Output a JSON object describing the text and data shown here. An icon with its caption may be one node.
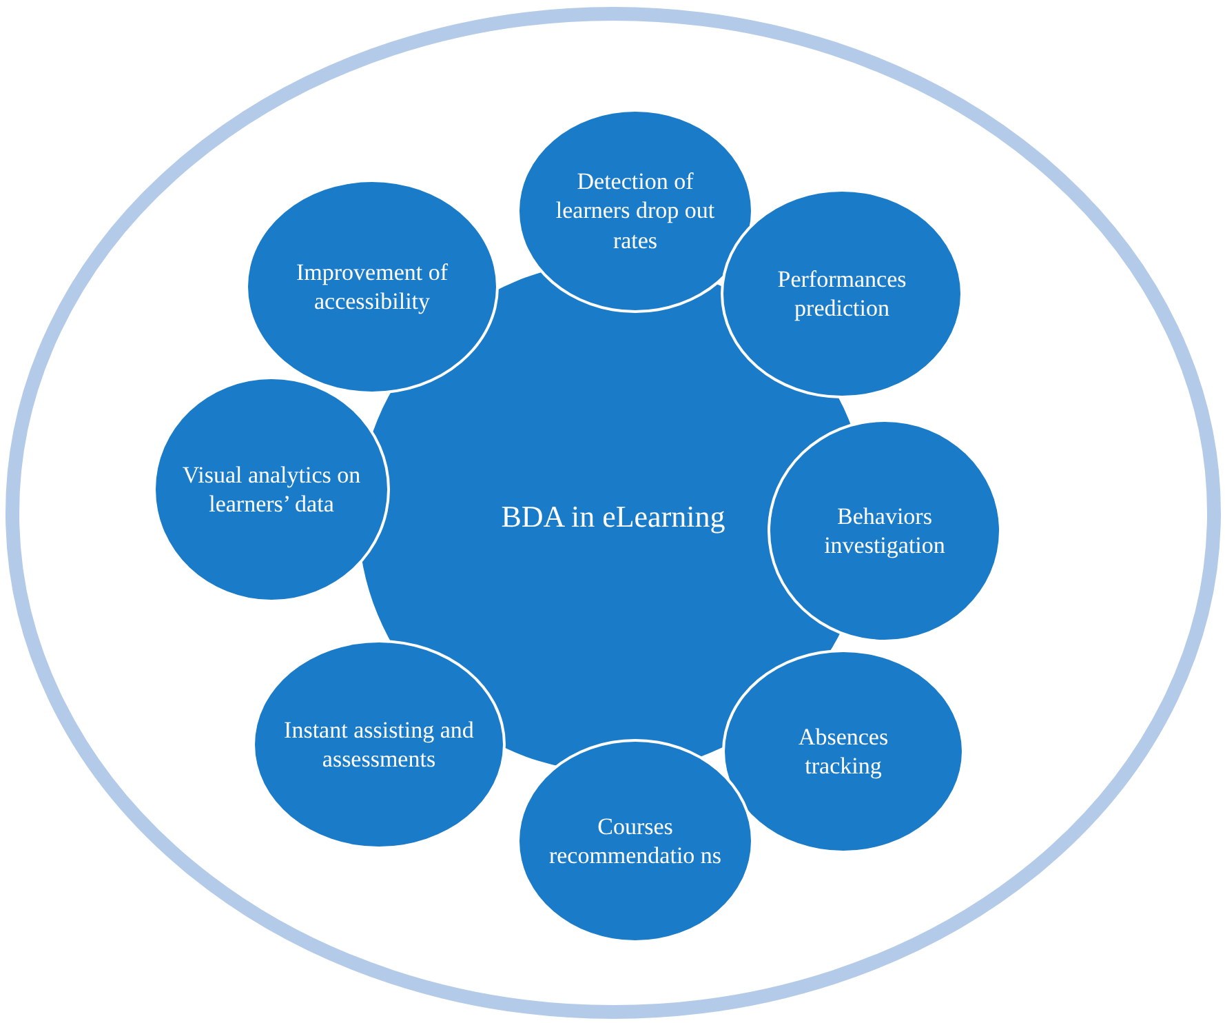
{
  "diagram": {
    "nodes": [
      {
        "text": [
          "BDA in eLearning"
        ]
      },
      {
        "text": [
          "Detection of learners drop out rates"
        ]
      },
      {
        "text": [
          "Performances prediction"
        ]
      },
      {
        "text": [
          "Behaviors investigation"
        ]
      },
      {
        "text": [
          "Absences tracking"
        ]
      },
      {
        "text": [
          "Courses recommendatio ns"
        ]
      },
      {
        "text": [
          "Instant assisting and assessments"
        ]
      },
      {
        "text": [
          "Visual analytics on learners’ data"
        ]
      },
      {
        "text": [
          "Improvement of accessibility"
        ]
      }
    ]
  }
}
